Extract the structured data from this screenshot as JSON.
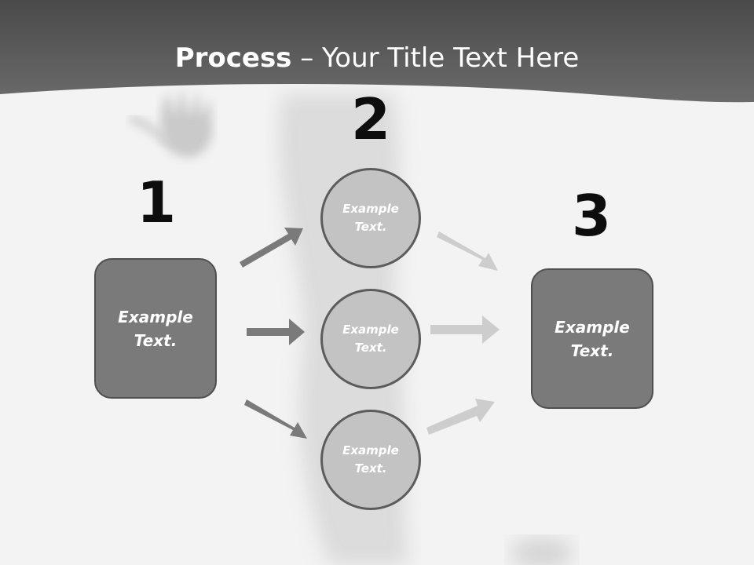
{
  "title": {
    "bold": "Process",
    "rest": " – Your Title Text Here"
  },
  "steps": [
    {
      "number": "1",
      "label": "Example Text."
    },
    {
      "number": "2",
      "label": "Example Text."
    },
    {
      "number": "3",
      "label": "Example Text."
    }
  ],
  "circles": [
    {
      "label": "Example Text."
    },
    {
      "label": "Example Text."
    },
    {
      "label": "Example Text."
    }
  ],
  "colors": {
    "header": "#5a5a5a",
    "box_fill": "#7a7a7a",
    "circle_fill": "#c3c3c3",
    "arrow_dark": "#7a7a7a",
    "arrow_light": "#cdcdcd"
  }
}
